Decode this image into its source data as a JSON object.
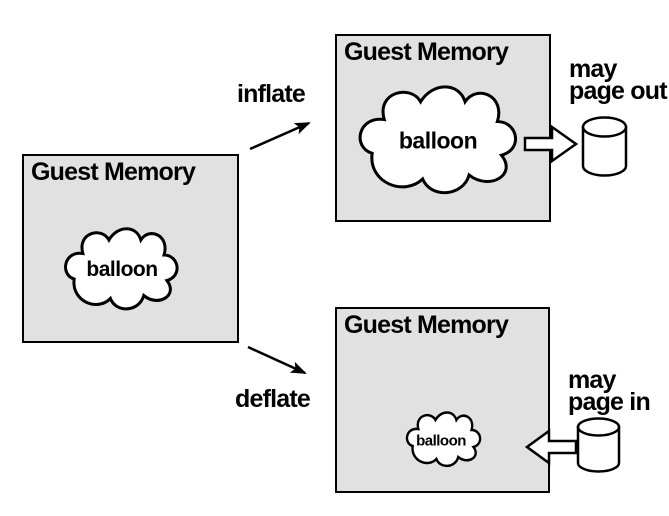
{
  "diagram": {
    "boxes": {
      "source": {
        "title": "Guest Memory",
        "balloon_label": "balloon",
        "balloon_size": "medium"
      },
      "inflated": {
        "title": "Guest Memory",
        "balloon_label": "balloon",
        "balloon_size": "large"
      },
      "deflated": {
        "title": "Guest Memory",
        "balloon_label": "balloon",
        "balloon_size": "small"
      }
    },
    "transitions": {
      "inflate": {
        "label": "inflate"
      },
      "deflate": {
        "label": "deflate"
      }
    },
    "annotations": {
      "page_out": {
        "line1": "may",
        "line2": "page out"
      },
      "page_in": {
        "line1": "may",
        "line2": "page in"
      }
    },
    "icons": {
      "disk_out": "disk-cylinder",
      "disk_in": "disk-cylinder",
      "page_out_arrow": "block-arrow-right",
      "page_in_arrow": "block-arrow-left"
    },
    "colors": {
      "background": "#ffffff",
      "box_fill": "#e1e1e1",
      "outline": "#000000",
      "shape_fill": "#ffffff"
    }
  }
}
